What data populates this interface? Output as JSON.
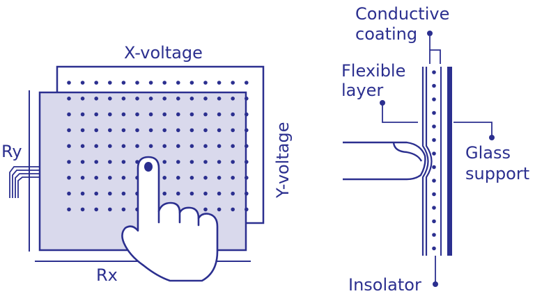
{
  "colors": {
    "ink": "#2b2f8f",
    "fill": "#d9d9ec",
    "background": "#ffffff"
  },
  "labels": {
    "x_voltage": "X-voltage",
    "y_voltage": "Y-voltage",
    "ry": "Ry",
    "rx": "Rx",
    "conductive_line1": "Conductive",
    "conductive_line2": "coating",
    "flexible_line1": "Flexible",
    "flexible_line2": "layer",
    "glass_line1": "Glass",
    "glass_line2": "support",
    "insolator": "Insolator"
  },
  "icons": [
    "finger-hand-icon",
    "dot-grid-icon"
  ]
}
